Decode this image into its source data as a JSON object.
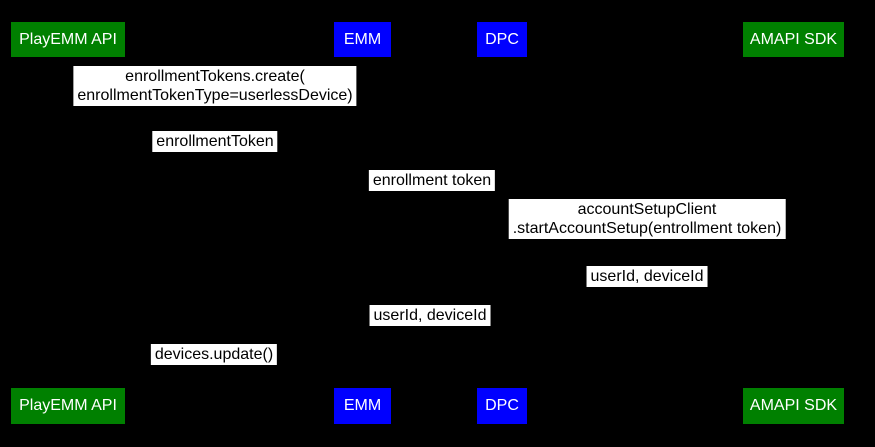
{
  "diagram": {
    "type": "sequence-diagram",
    "colors": {
      "background": "#000000",
      "green_actor": "#008000",
      "blue_actor": "#0000ff",
      "label_background": "#ffffff",
      "label_text": "#000000",
      "actor_text": "#ffffff"
    },
    "actors_top": [
      {
        "label": "PlayEMM API",
        "color": "#008000"
      },
      {
        "label": "EMM",
        "color": "#0000ff"
      },
      {
        "label": "DPC",
        "color": "#0000ff"
      },
      {
        "label": "AMAPI SDK",
        "color": "#008000"
      }
    ],
    "actors_bottom": [
      {
        "label": "PlayEMM API",
        "color": "#008000"
      },
      {
        "label": "EMM",
        "color": "#0000ff"
      },
      {
        "label": "DPC",
        "color": "#0000ff"
      },
      {
        "label": "AMAPI SDK",
        "color": "#008000"
      }
    ],
    "messages": [
      {
        "text": "enrollmentTokens.create(\nenrollmentTokenType=userlessDevice)"
      },
      {
        "text": "enrollmentToken"
      },
      {
        "text": "enrollment token"
      },
      {
        "text": "accountSetupClient\n.startAccountSetup(entrollment token)"
      },
      {
        "text": "userId, deviceId"
      },
      {
        "text": "userId, deviceId"
      },
      {
        "text": "devices.update()"
      }
    ]
  }
}
